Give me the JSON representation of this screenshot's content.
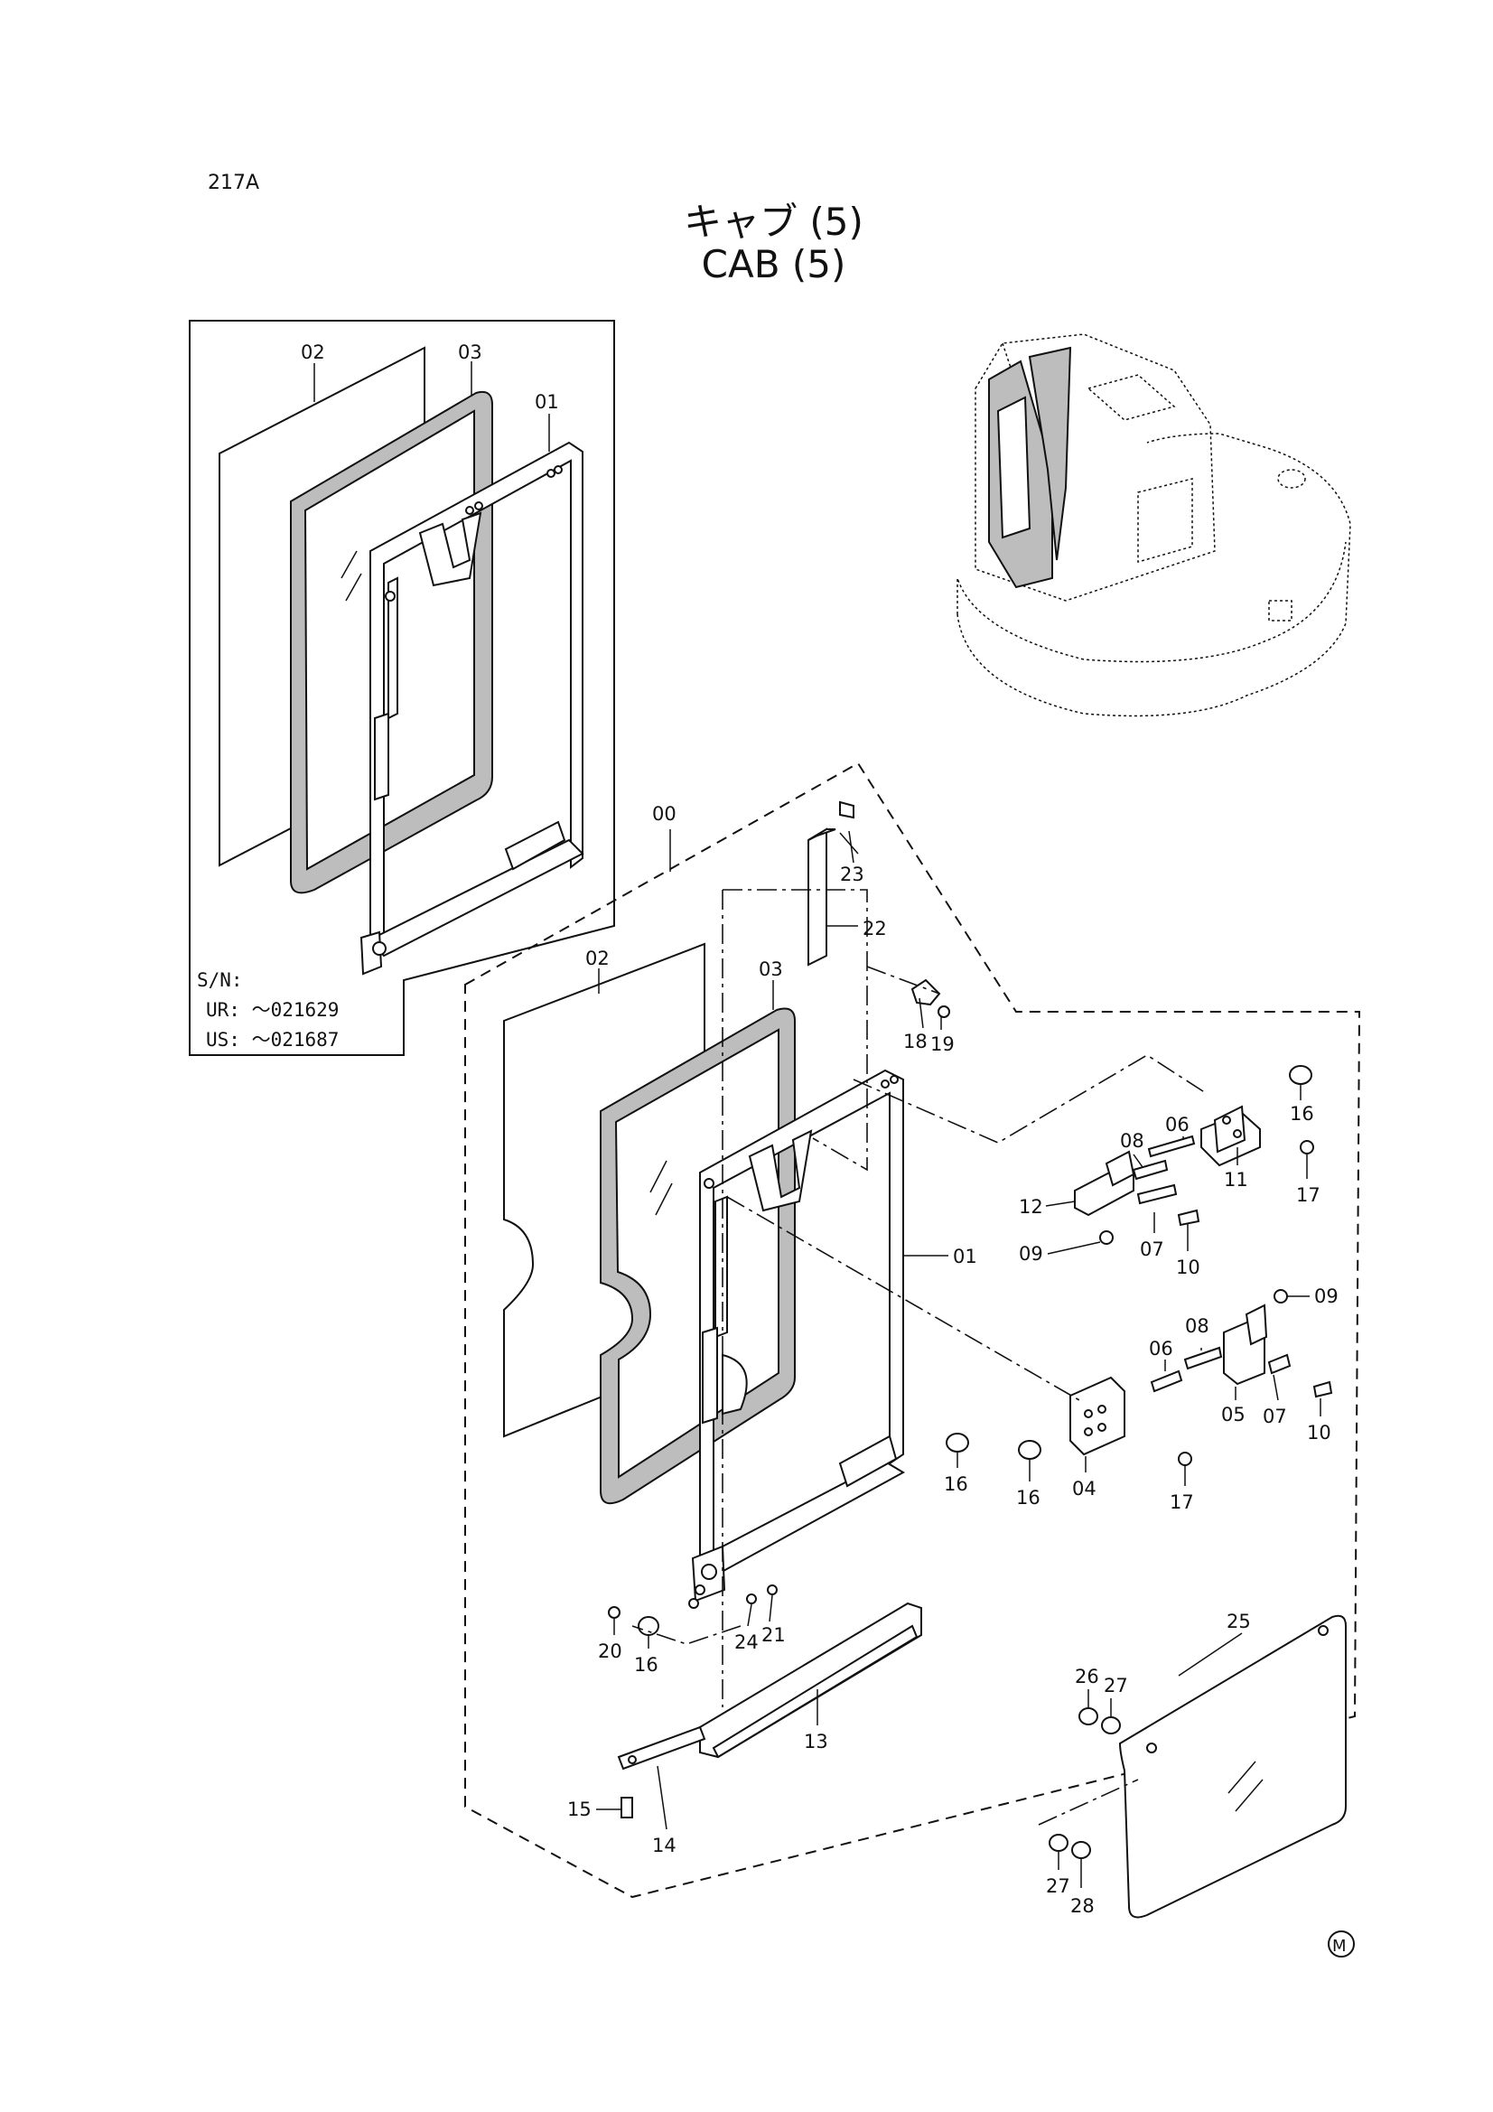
{
  "page_code": "217A",
  "title_jp": "キャブ (5)",
  "title_en": "CAB (5)",
  "serial": {
    "heading": "S/N:",
    "ur": "UR: ～021629",
    "us": "US: ～021687"
  },
  "mark": "M",
  "callouts": {
    "inset_02": "02",
    "inset_03": "03",
    "inset_01": "01",
    "c00": "00",
    "c01": "01",
    "c02": "02",
    "c03": "03",
    "c04": "04",
    "c05": "05",
    "c06a": "06",
    "c06b": "06",
    "c07a": "07",
    "c07b": "07",
    "c08a": "08",
    "c08b": "08",
    "c09a": "09",
    "c09b": "09",
    "c10a": "10",
    "c10b": "10",
    "c11": "11",
    "c12": "12",
    "c13": "13",
    "c14": "14",
    "c15": "15",
    "c16a": "16",
    "c16b": "16",
    "c16c": "16",
    "c16d": "16",
    "c17a": "17",
    "c17b": "17",
    "c18": "18",
    "c19": "19",
    "c20": "20",
    "c21": "21",
    "c22": "22",
    "c23": "23",
    "c24": "24",
    "c25": "25",
    "c26": "26",
    "c27a": "27",
    "c27b": "27",
    "c28": "28"
  }
}
